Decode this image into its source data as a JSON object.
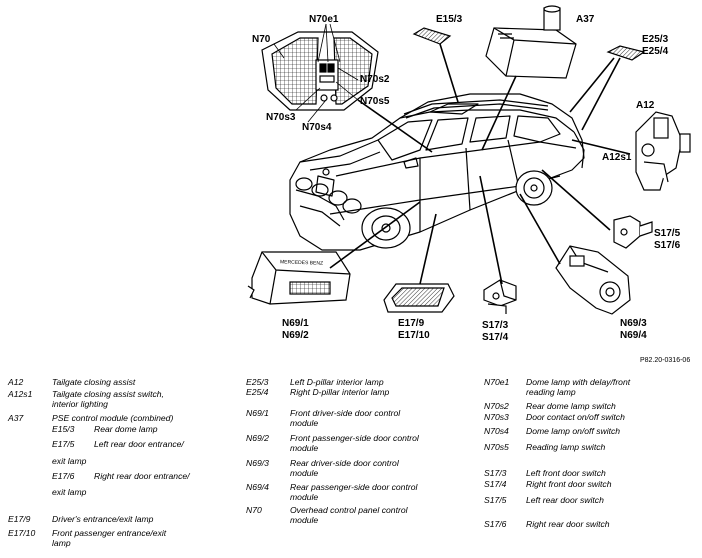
{
  "callouts": {
    "n70e1": "N70e1",
    "n70": "N70",
    "n70s2": "N70s2",
    "n70s5": "N70s5",
    "n70s3": "N70s3",
    "n70s4": "N70s4",
    "e15_3": "E15/3",
    "a37": "A37",
    "e25_3": "E25/3",
    "e25_4": "E25/4",
    "a12": "A12",
    "a12s1": "A12s1",
    "s17_5": "S17/5",
    "s17_6": "S17/6",
    "n69_1": "N69/1",
    "n69_2": "N69/2",
    "e17_9": "E17/9",
    "e17_10": "E17/10",
    "s17_3": "S17/3",
    "s17_4": "S17/4",
    "n69_3": "N69/3",
    "n69_4": "N69/4"
  },
  "figure_ref": "P82.20-0316-06",
  "module_label": "MERCEDES BENZ",
  "legend": {
    "col1": [
      {
        "code": "A12",
        "desc": "Tailgate closing assist"
      },
      {
        "code": "A12s1",
        "desc": "Tailgate closing assist switch,",
        "desc2": "interior lighting"
      },
      {
        "code": "A37",
        "desc": "PSE control module (combined)"
      },
      {
        "code": "E15/3",
        "desc": "Rear dome lamp"
      },
      {
        "code": "E17/5",
        "desc": "Left rear door entrance/",
        "desc2": "exit lamp"
      },
      {
        "code": "E17/6",
        "desc": "Right rear door entrance/",
        "desc2": "exit lamp"
      },
      {
        "code": "E17/9",
        "desc": "Driver's entrance/exit lamp"
      },
      {
        "code": "E17/10",
        "desc": "Front passenger entrance/exit",
        "desc2": "lamp"
      }
    ],
    "col2": [
      {
        "code": "E25/3",
        "desc": "Left D-pillar interior lamp"
      },
      {
        "code": "E25/4",
        "desc": "Right D-pillar interior lamp"
      },
      {
        "code": "N69/1",
        "desc": "Front driver-side door control",
        "desc2": "module"
      },
      {
        "code": "N69/2",
        "desc": "Front passenger-side door control",
        "desc2": "module"
      },
      {
        "code": "N69/3",
        "desc": "Rear driver-side door control",
        "desc2": "module"
      },
      {
        "code": "N69/4",
        "desc": "Rear passenger-side door control",
        "desc2": "module"
      },
      {
        "code": "N70",
        "desc": "Overhead control panel control",
        "desc2": "module"
      }
    ],
    "col3": [
      {
        "code": "N70e1",
        "desc": "Dome lamp with delay/front",
        "desc2": "reading lamp"
      },
      {
        "code": "N70s2",
        "desc": "Rear dome lamp switch"
      },
      {
        "code": "N70s3",
        "desc": "Door contact on/off switch"
      },
      {
        "code": "N70s4",
        "desc": "Dome lamp on/off switch"
      },
      {
        "code": "N70s5",
        "desc": "Reading lamp switch"
      },
      {
        "code": "S17/3",
        "desc": "Left front door switch"
      },
      {
        "code": "S17/4",
        "desc": "Right front door switch"
      },
      {
        "code": "S17/5",
        "desc": "Left rear door switch"
      },
      {
        "code": "S17/6",
        "desc": "Right rear door switch"
      }
    ]
  }
}
